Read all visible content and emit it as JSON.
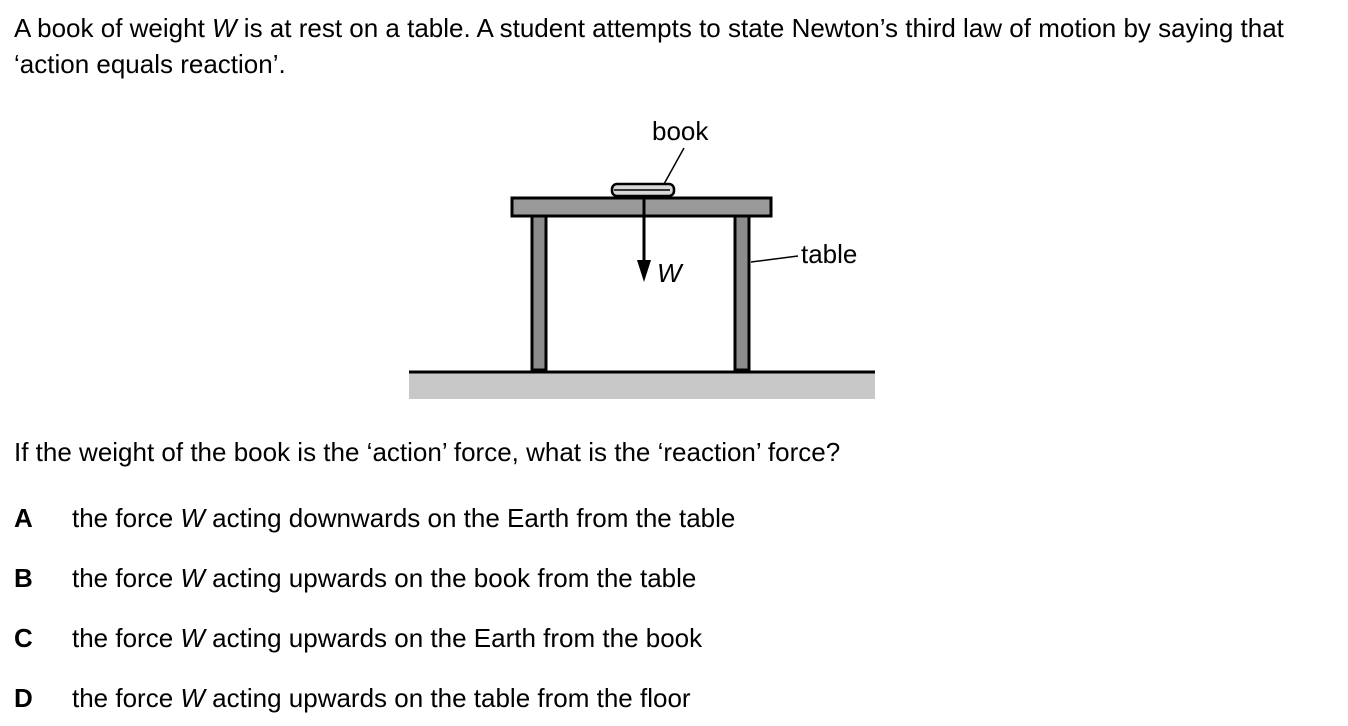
{
  "stem": {
    "part1": "A book of weight ",
    "var": "W",
    "part2": " is at rest on a table. A student attempts to state Newton’s third law of motion by saying that ‘action equals reaction’."
  },
  "diagram": {
    "book_label": "book",
    "table_label": "table",
    "weight_label": "W"
  },
  "question": "If the weight of the book is the ‘action’ force, what is the ‘reaction’ force?",
  "options": [
    {
      "letter": "A",
      "before": "the force ",
      "var": "W",
      "after": " acting downwards on the Earth from the table"
    },
    {
      "letter": "B",
      "before": "the force ",
      "var": "W",
      "after": " acting upwards on the book from the table"
    },
    {
      "letter": "C",
      "before": "the force ",
      "var": "W",
      "after": " acting upwards on the Earth from the book"
    },
    {
      "letter": "D",
      "before": "the force ",
      "var": "W",
      "after": " acting upwards on the table from the floor"
    }
  ],
  "colors": {
    "ground": "#c8c8c8",
    "tabletop": "#9a9a9a",
    "legs": "#8c8c8c",
    "book": "#d8d8d8"
  }
}
